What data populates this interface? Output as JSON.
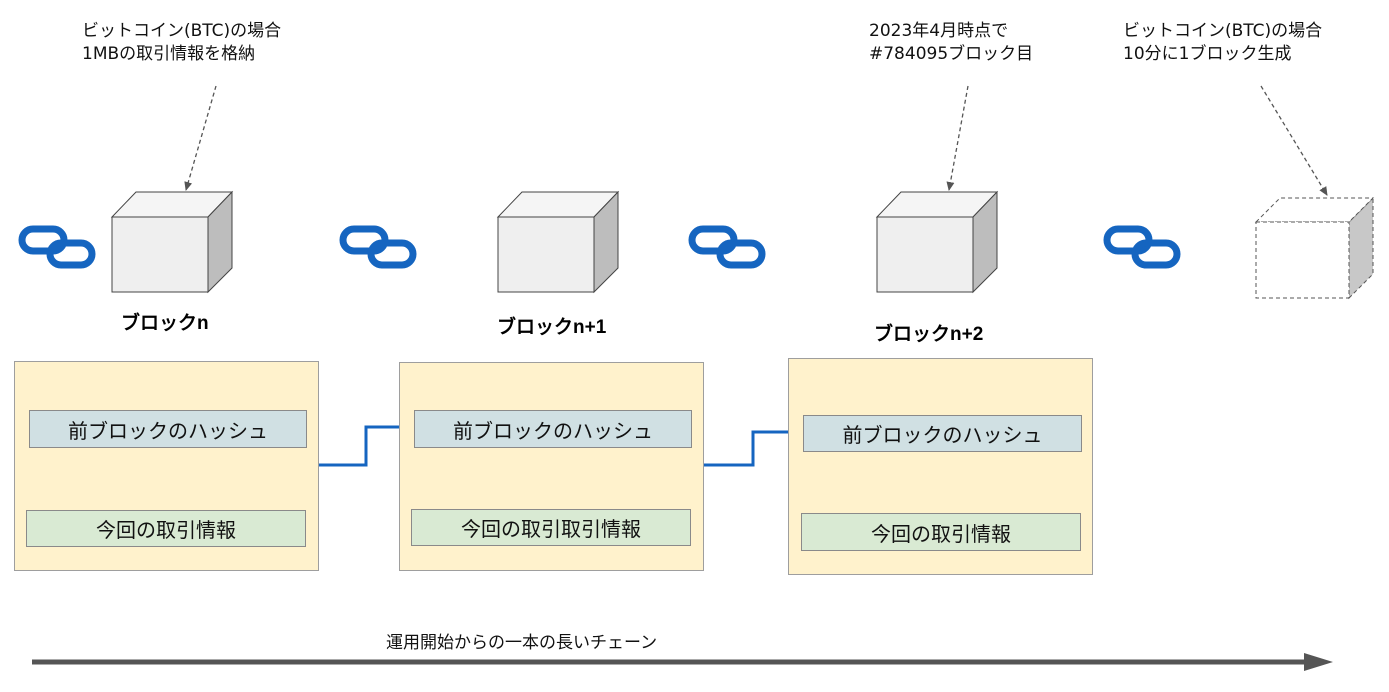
{
  "notes": {
    "btc_capacity": [
      "ビットコイン(BTC)の場合",
      "1MBの取引情報を格納"
    ],
    "block_height": [
      "2023年4月時点で",
      "#784095ブロック目"
    ],
    "btc_interval": [
      "ビットコイン(BTC)の場合",
      "10分に1ブロック生成"
    ]
  },
  "blocks": [
    {
      "label": "ブロックn",
      "prev_hash": "前ブロックのハッシュ",
      "transactions": "今回の取引情報"
    },
    {
      "label": "ブロックn+1",
      "prev_hash": "前ブロックのハッシュ",
      "transactions": "今回の取引取引情報"
    },
    {
      "label": "ブロックn+2",
      "prev_hash": "前ブロックのハッシュ",
      "transactions": "今回の取引情報"
    }
  ],
  "timeline": {
    "label": "運用開始からの一本の長いチェーン"
  },
  "colors": {
    "panel_fill": "#fff2cc",
    "hash_fill": "#d0e0e3",
    "tx_fill": "#d9ead3",
    "link_icon": "#1565c0",
    "connector_arrow": "#1565c0",
    "timeline_arrow": "#555555",
    "cube_face": "#efefef",
    "cube_side": "#bdbdbd"
  },
  "icons": [
    "chain-link-icon",
    "cube-icon",
    "dashed-cube-icon"
  ]
}
